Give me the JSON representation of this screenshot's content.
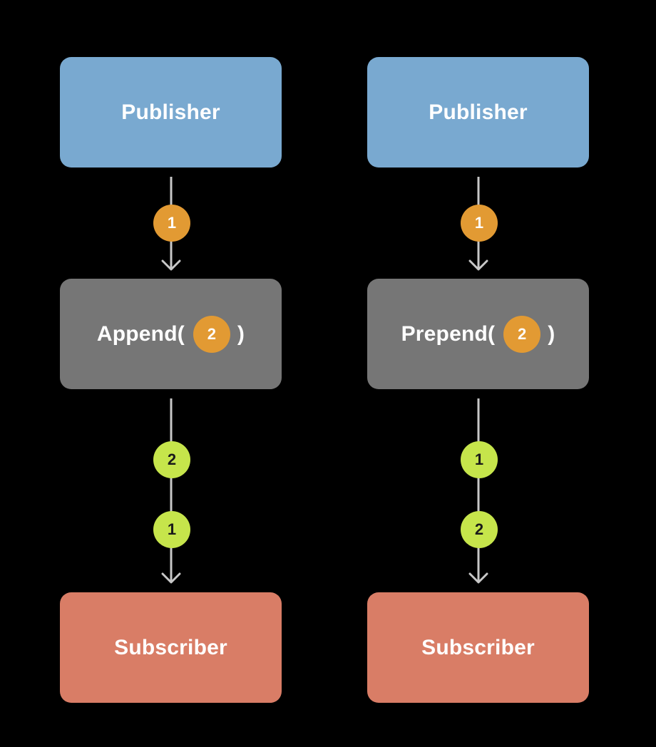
{
  "left": {
    "publisher_label": "Publisher",
    "operator_name": "Append(",
    "operator_close": ")",
    "operator_badge": "2",
    "input_badge": "1",
    "output_badges": [
      "2",
      "1"
    ],
    "subscriber_label": "Subscriber"
  },
  "right": {
    "publisher_label": "Publisher",
    "operator_name": "Prepend(",
    "operator_close": ")",
    "operator_badge": "2",
    "input_badge": "1",
    "output_badges": [
      "1",
      "2"
    ],
    "subscriber_label": "Subscriber"
  },
  "colors": {
    "publisher": "#79a9d0",
    "operator": "#767676",
    "subscriber": "#d97d66",
    "badge_orange": "#e29a33",
    "badge_green": "#c6e54b"
  }
}
